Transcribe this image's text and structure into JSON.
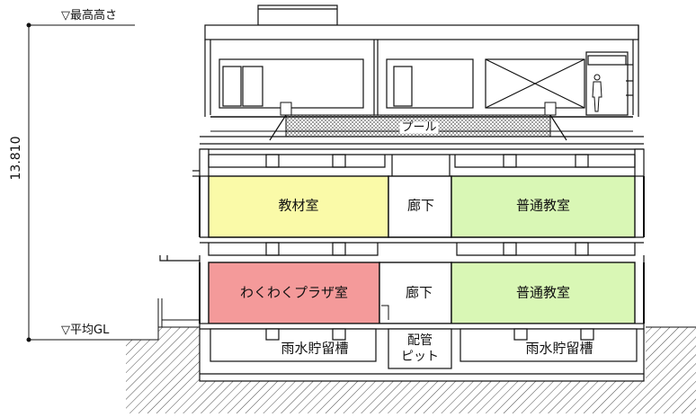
{
  "levels": {
    "top": "▽最高高さ",
    "ground": "▽平均GL"
  },
  "height_dimension": "13.810",
  "pool_label": "プール",
  "rooms_upper": {
    "left": "教材室",
    "middle": "廊下",
    "right": "普通教室"
  },
  "rooms_lower": {
    "left": "わくわくプラザ室",
    "middle": "廊下",
    "right": "普通教室"
  },
  "basement": {
    "left": "雨水貯留槽",
    "middle_line1": "配管",
    "middle_line2": "ピット",
    "right": "雨水貯留槽"
  },
  "colors": {
    "teaching_room": "#fafaa8",
    "classroom": "#d9f7b5",
    "plaza_room": "#f49a9a",
    "line": "#111111"
  }
}
